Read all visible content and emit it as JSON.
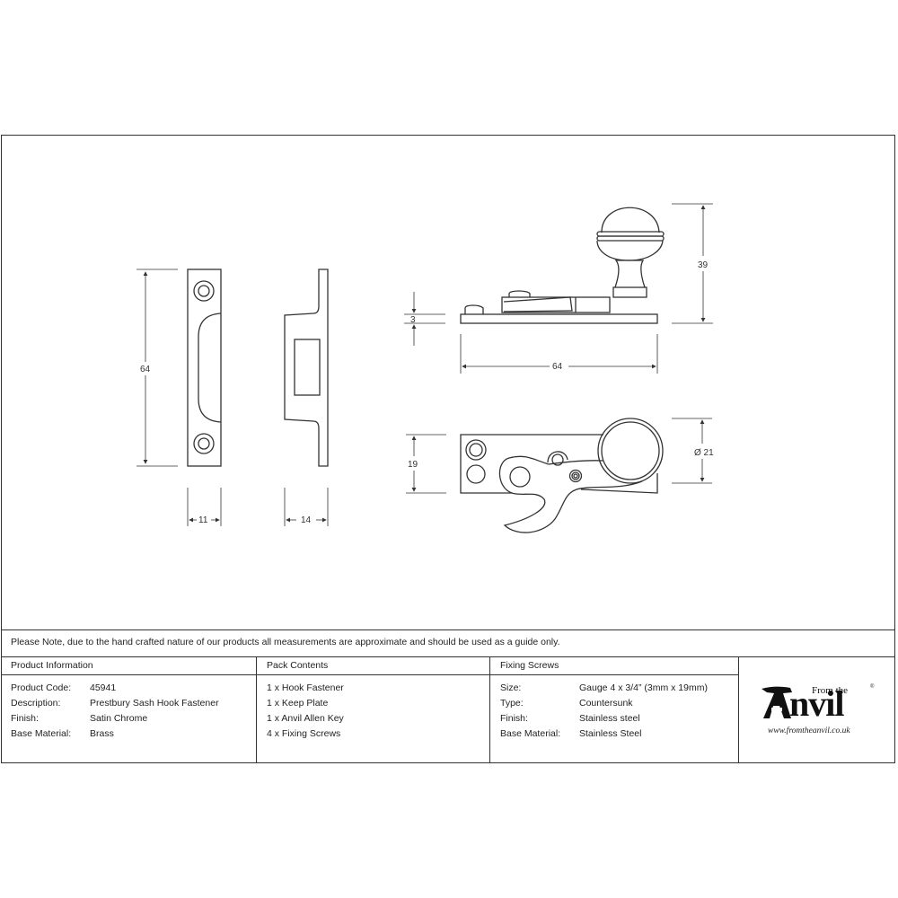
{
  "note": "Please Note, due to the hand crafted nature of our products all measurements are approximate and should be used as a guide only.",
  "dimensions": {
    "keep_plate_height": "64",
    "keep_plate_width": "11",
    "keep_plate_side_depth": "14",
    "base_thickness": "3",
    "fastener_length": "64",
    "fastener_height": "39",
    "fastener_width": "19",
    "knob_diameter": "Ø 21"
  },
  "product_information": {
    "heading": "Product Information",
    "rows": [
      {
        "label": "Product Code:",
        "value": "45941"
      },
      {
        "label": "Description:",
        "value": "Prestbury Sash Hook Fastener"
      },
      {
        "label": "Finish:",
        "value": "Satin Chrome"
      },
      {
        "label": "Base Material:",
        "value": "Brass"
      }
    ]
  },
  "pack_contents": {
    "heading": "Pack Contents",
    "items": [
      "1 x Hook Fastener",
      "1 x Keep Plate",
      "1 x Anvil Allen Key",
      "4 x Fixing Screws"
    ]
  },
  "fixing_screws": {
    "heading": "Fixing Screws",
    "rows": [
      {
        "label": "Size:",
        "value": "Gauge 4 x 3/4” (3mm x 19mm)"
      },
      {
        "label": "Type:",
        "value": "Countersunk"
      },
      {
        "label": "Finish:",
        "value": "Stainless steel"
      },
      {
        "label": "Base Material:",
        "value": "Stainless Steel"
      }
    ]
  },
  "logo": {
    "from_the": "From the",
    "anvil": "Anvil",
    "registered": "®",
    "url": "www.fromtheanvil.co.uk"
  },
  "colors": {
    "line": "#333333",
    "background": "#ffffff"
  }
}
